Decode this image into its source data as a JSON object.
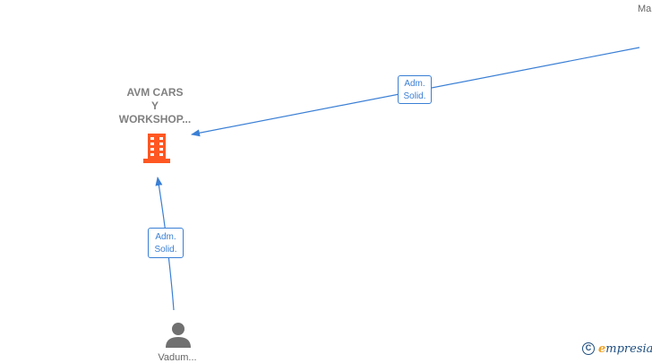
{
  "company": {
    "name_lines": [
      "AVM CARS",
      "Y",
      "WORKSHOP..."
    ],
    "icon": "building-icon",
    "icon_color": "#ff5722"
  },
  "person": {
    "name": "Vadum...",
    "icon": "person-icon",
    "icon_color": "#707070"
  },
  "external_node": {
    "name": "Ma..."
  },
  "edges": [
    {
      "from": "external_node",
      "to": "company",
      "label_lines": [
        "Adm.",
        "Solid."
      ]
    },
    {
      "from": "person",
      "to": "company",
      "label_lines": [
        "Adm.",
        "Solid."
      ]
    }
  ],
  "colors": {
    "edge": "#3a7fd5",
    "label_text": "#808080"
  },
  "watermark": {
    "symbol": "C",
    "brand_initial": "e",
    "brand_rest": "mpresia"
  }
}
